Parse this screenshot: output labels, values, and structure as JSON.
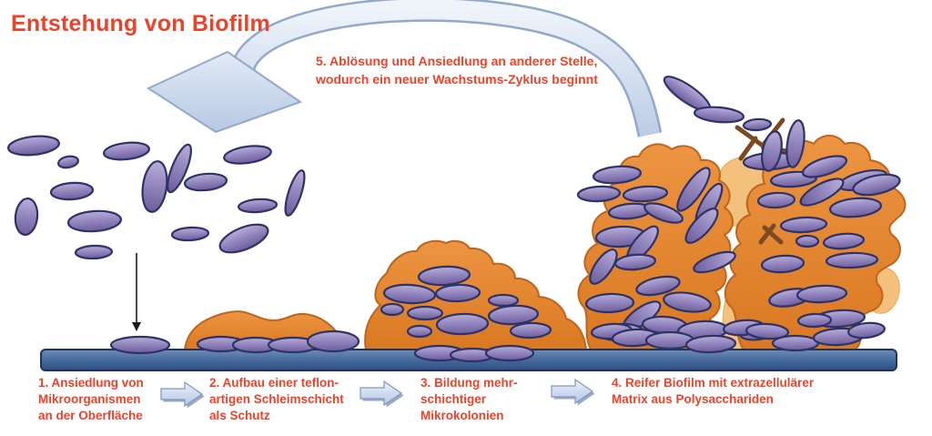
{
  "title": "Entstehung von Biofilm",
  "cycle_label": "5. Ablösung und Ansiedlung an anderer Stelle,\nwodurch ein neuer Wachstums-Zyklus beginnt",
  "steps": [
    {
      "label": "1. Ansiedlung von\nMikroorganismen\nan der Oberfläche"
    },
    {
      "label": "2. Aufbau einer teflon-\nartigen Schleimschicht\nals Schutz"
    },
    {
      "label": "3. Bildung mehr-\nschichtiger\nMikrokolonien"
    },
    {
      "label": "4. Reifer Biofilm mit extrazellulärer\nMatrix aus Polysacchariden"
    }
  ],
  "colors": {
    "heading_red": "#e9432a",
    "bacteria_purple": "#8b7cb5",
    "bacteria_outline": "#2d3366",
    "slime_orange": "#e0822e",
    "slime_light_orange": "#f3c17c",
    "branch_brown": "#7b4a20",
    "surface_blue": "#46699b",
    "arrow_light_blue": "#cfdcee"
  }
}
